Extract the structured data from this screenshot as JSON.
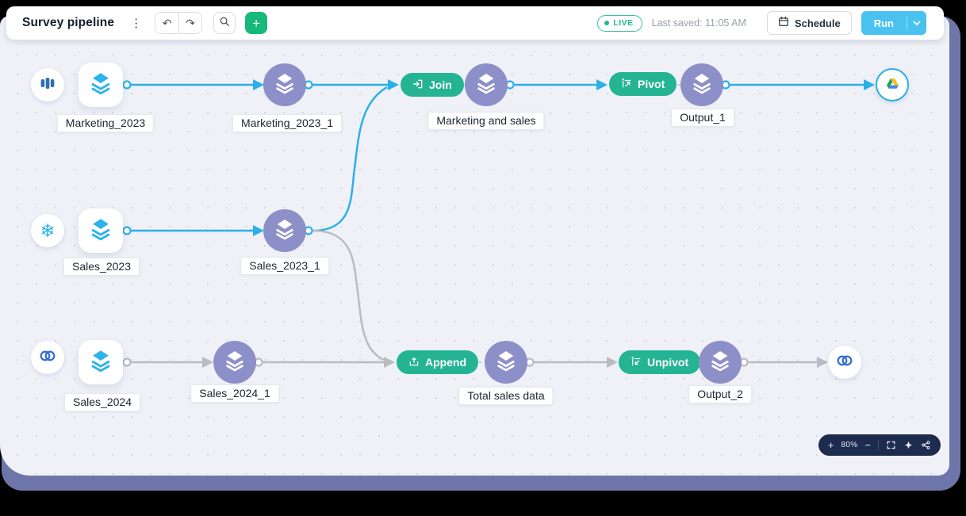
{
  "toolbar": {
    "title": "Survey pipeline",
    "live": "LIVE",
    "last_saved": "Last saved: 11:05 AM",
    "schedule": "Schedule",
    "run": "Run",
    "add": "+"
  },
  "icons": {
    "kebab": "⋮",
    "undo": "↶",
    "redo": "↷",
    "snowflake_glyph": "❄",
    "source_1": "database-columns-icon",
    "source_2": "snowflake-icon",
    "source_3": "zoho-crm-icon",
    "destination_1": "google-drive-icon",
    "destination_2": "zoho-crm-icon"
  },
  "nodes": {
    "marketing_2023": "Marketing_2023",
    "marketing_2023_1": "Marketing_2023_1",
    "join": "Join",
    "marketing_and_sales": "Marketing and sales",
    "pivot": "Pivot",
    "output_1": "Output_1",
    "sales_2023": "Sales_2023",
    "sales_2023_1": "Sales_2023_1",
    "sales_2024": "Sales_2024",
    "sales_2024_1": "Sales_2024_1",
    "append": "Append",
    "total_sales_data": "Total sales data",
    "unpivot": "Unpivot",
    "output_2": "Output_2"
  },
  "zoom_bar": {
    "plus": "+",
    "zoom": "80%",
    "minus": "−"
  },
  "colors": {
    "accent_blue": "#2bb0e8",
    "edge_gray": "#b9bcc2",
    "node_purple": "#8d90c8",
    "pill_green": "#25b493",
    "run_blue": "#4ac2f0",
    "add_green": "#17b978",
    "live_green": "#21ba8e",
    "canvas_bg": "#eff1f7",
    "frame_purple": "#6e76a9",
    "zoom_bar_bg": "#1c2b4e"
  }
}
